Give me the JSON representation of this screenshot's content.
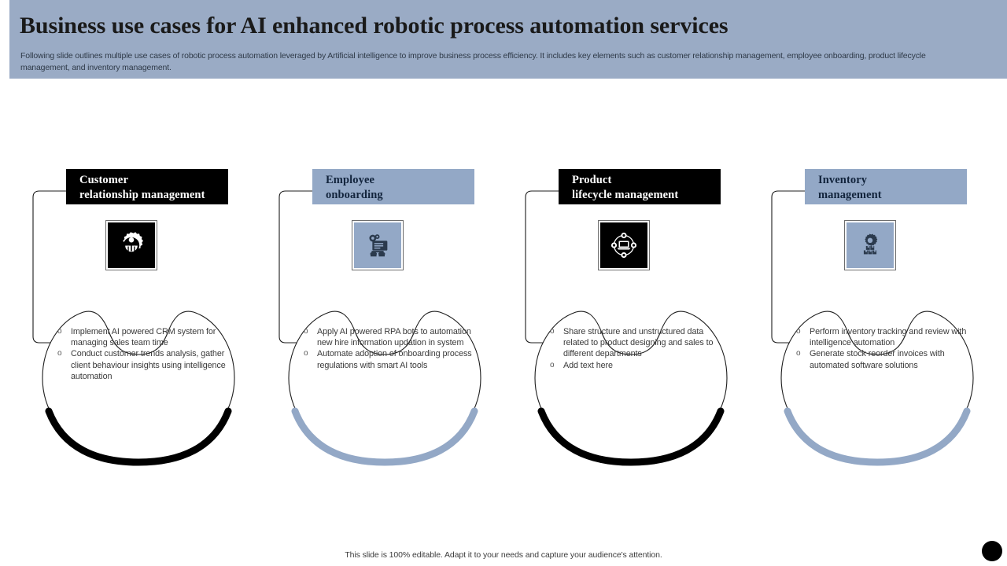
{
  "header": {
    "title": "Business use cases for AI enhanced robotic process automation services",
    "subtitle": "Following slide outlines multiple use cases of robotic process automation leveraged by Artificial intelligence to improve business process efficiency. It includes key elements such as customer relationship management, employee onboarding, product lifecycle management, and inventory management.",
    "band_color": "#9aabc5"
  },
  "theme": {
    "dark": "#000000",
    "light": "#93a8c6",
    "text_dark": "#12243c",
    "body_text": "#3a3a3a"
  },
  "columns": [
    {
      "title_line1": "Customer",
      "title_line2": "relationship management",
      "style": "dark",
      "icon": "gear-robot-icon",
      "arc_color": "#000000",
      "bullets": [
        "Implement AI powered CRM system for managing sales team time",
        "Conduct customer trends analysis, gather client behaviour insights using intelligence automation"
      ]
    },
    {
      "title_line1": "Employee",
      "title_line2": "onboarding",
      "style": "light",
      "icon": "robot-document-icon",
      "arc_color": "#93a8c6",
      "bullets": [
        "Apply AI  powered RPA bots to automation new hire information updation in system",
        "Automate adoption of onboarding process regulations with smart AI  tools"
      ]
    },
    {
      "title_line1": "Product",
      "title_line2": "lifecycle management",
      "style": "dark",
      "icon": "laptop-lifecycle-icon",
      "arc_color": "#000000",
      "bullets": [
        "Share structure and unstructured data related to product designing and sales to different departments",
        "Add text here"
      ]
    },
    {
      "title_line1": "Inventory",
      "title_line2": "management",
      "style": "light",
      "icon": "boxes-gear-icon",
      "arc_color": "#93a8c6",
      "bullets": [
        "Perform inventory tracking and review with intelligence automation",
        "Generate stock reorder invoices with automated software solutions"
      ]
    }
  ],
  "footer": {
    "note": "This slide is 100% editable.  Adapt it to your needs and capture your audience's attention."
  }
}
